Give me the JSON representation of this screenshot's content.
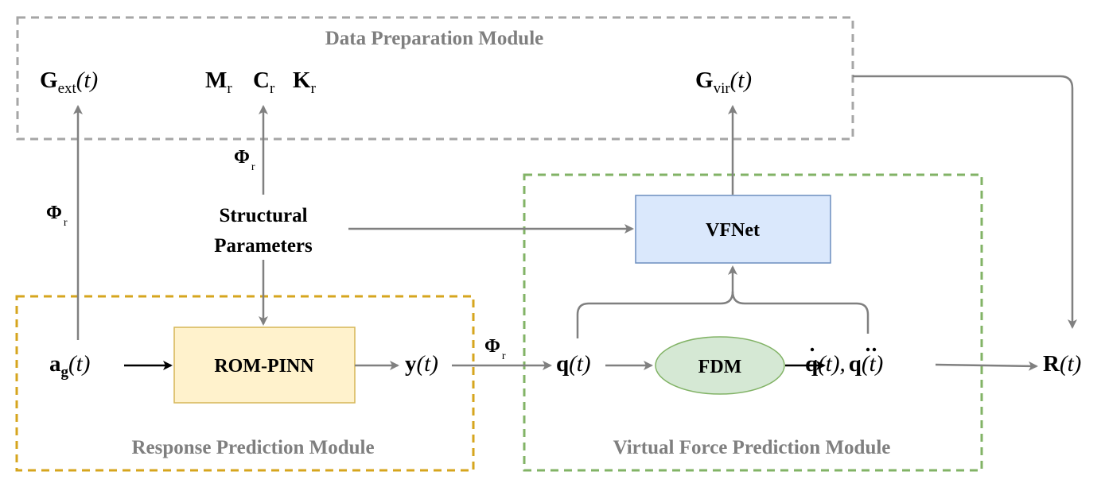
{
  "modules": {
    "data_preparation": "Data Preparation Module",
    "response_prediction": "Response Prediction Module",
    "virtual_force_prediction": "Virtual Force Prediction Module"
  },
  "blocks": {
    "rom_pinn": "ROM-PINN",
    "vfnet": "VFNet",
    "fdm": "FDM"
  },
  "labels": {
    "structural_parameters_line1": "Structural",
    "structural_parameters_line2": "Parameters"
  },
  "symbols": {
    "g_ext": {
      "main": "G",
      "sub": "ext",
      "arg": "(t)"
    },
    "m_r": {
      "main": "M",
      "sub": "r"
    },
    "c_r": {
      "main": "C",
      "sub": "r"
    },
    "k_r": {
      "main": "K",
      "sub": "r"
    },
    "g_vir": {
      "main": "G",
      "sub": "vir",
      "arg": "(t)"
    },
    "a_g": {
      "main": "a",
      "sub": "g",
      "arg": "(t)"
    },
    "y_t": {
      "main": "y",
      "arg": "(t)"
    },
    "q_t": {
      "main": "q",
      "arg": "(t)"
    },
    "q_dot_ddot": {
      "main1": "q",
      "arg1": "(t),",
      "main2": "q",
      "arg2": "(t)"
    },
    "r_t": {
      "main": "R",
      "arg": "(t)"
    },
    "phi": {
      "main": "Φ",
      "sub": "r"
    }
  },
  "colors": {
    "data_preparation_border": "#a6a6a6",
    "response_prediction_border": "#d6a51e",
    "virtual_force_border": "#82b366",
    "rom_pinn_fill": "#fff2cc",
    "rom_pinn_border": "#d6b656",
    "vfnet_fill": "#dae8fc",
    "vfnet_border": "#6c8ebf",
    "fdm_fill": "#d5e8d4",
    "fdm_border": "#82b366",
    "arrow_gray": "#808080",
    "arrow_black": "#000000"
  }
}
